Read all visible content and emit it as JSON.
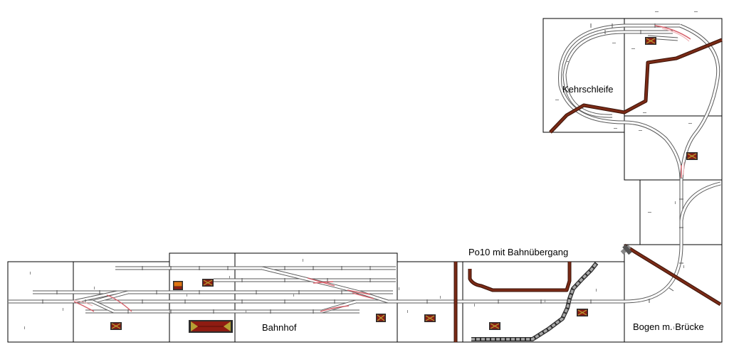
{
  "labels": {
    "kehrschleife": "Kehrschleife",
    "bahnhof": "Bahnhof",
    "po10": "Po10 mit Bahnübergang",
    "bogen": "Bogen m. Brücke"
  },
  "colors": {
    "module_border": "#000000",
    "track_edge": "#5a5a5a",
    "track_fill": "#ffffff",
    "switch_marker": "#d6606a",
    "road": "#7a2a16",
    "road_edge": "#3a1308",
    "building_roof": "#8f1c12",
    "building_edge": "#2d2d2d",
    "building_accent": "#b5a034",
    "highlight_orange": "#e07410",
    "grey_track": "#a8a8a8"
  },
  "icons": {
    "building": "house-icon",
    "signal": "signal-icon",
    "buffer": "buffer-stop-icon"
  }
}
